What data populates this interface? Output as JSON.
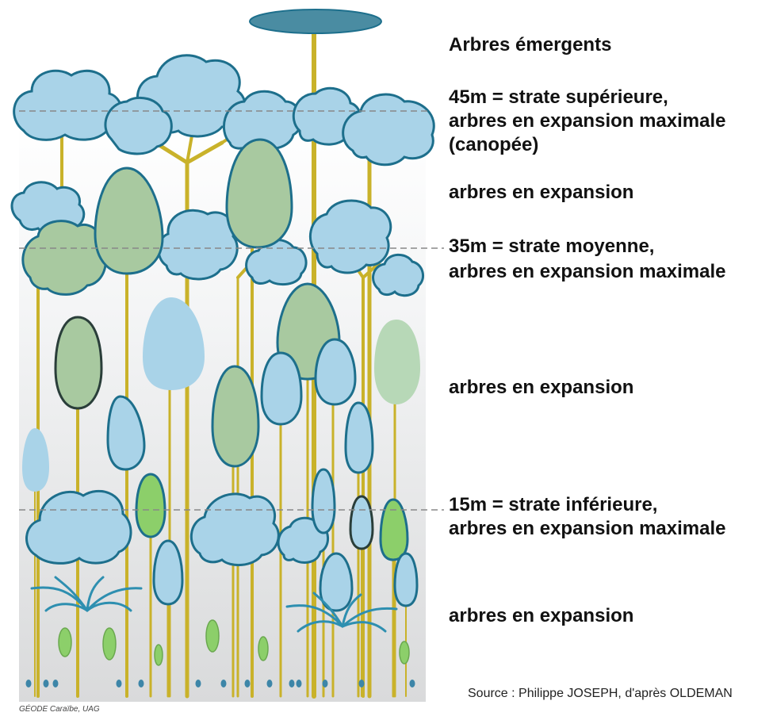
{
  "labels": {
    "emergents": "Arbres émergents",
    "upper_1": "45m = strate supérieure,",
    "upper_2": "arbres en expansion maximale",
    "upper_3": "(canopée)",
    "expansion_1": "arbres en expansion",
    "middle_1": "35m = strate moyenne,",
    "middle_2": "arbres en expansion maximale",
    "expansion_2": "arbres en expansion",
    "lower_1": "15m = strate inférieure,",
    "lower_2": "arbres en expansion maximale",
    "expansion_3": "arbres en expansion"
  },
  "source": "Source : Philippe JOSEPH, d'après OLDEMAN",
  "credit": "GÉODE Caraïbe, UAG",
  "colors": {
    "trunk": "#c9b22a",
    "crown_blue": "#a9d3e8",
    "crown_outline": "#1d6f8c",
    "crown_green": "#a8c9a0",
    "crown_lightgreen": "#8ccf6a",
    "emergent_crown": "#4a8ca2",
    "fern": "#2e8fb0",
    "seedling": "#3d86a8",
    "dashed_line": "#888888"
  }
}
